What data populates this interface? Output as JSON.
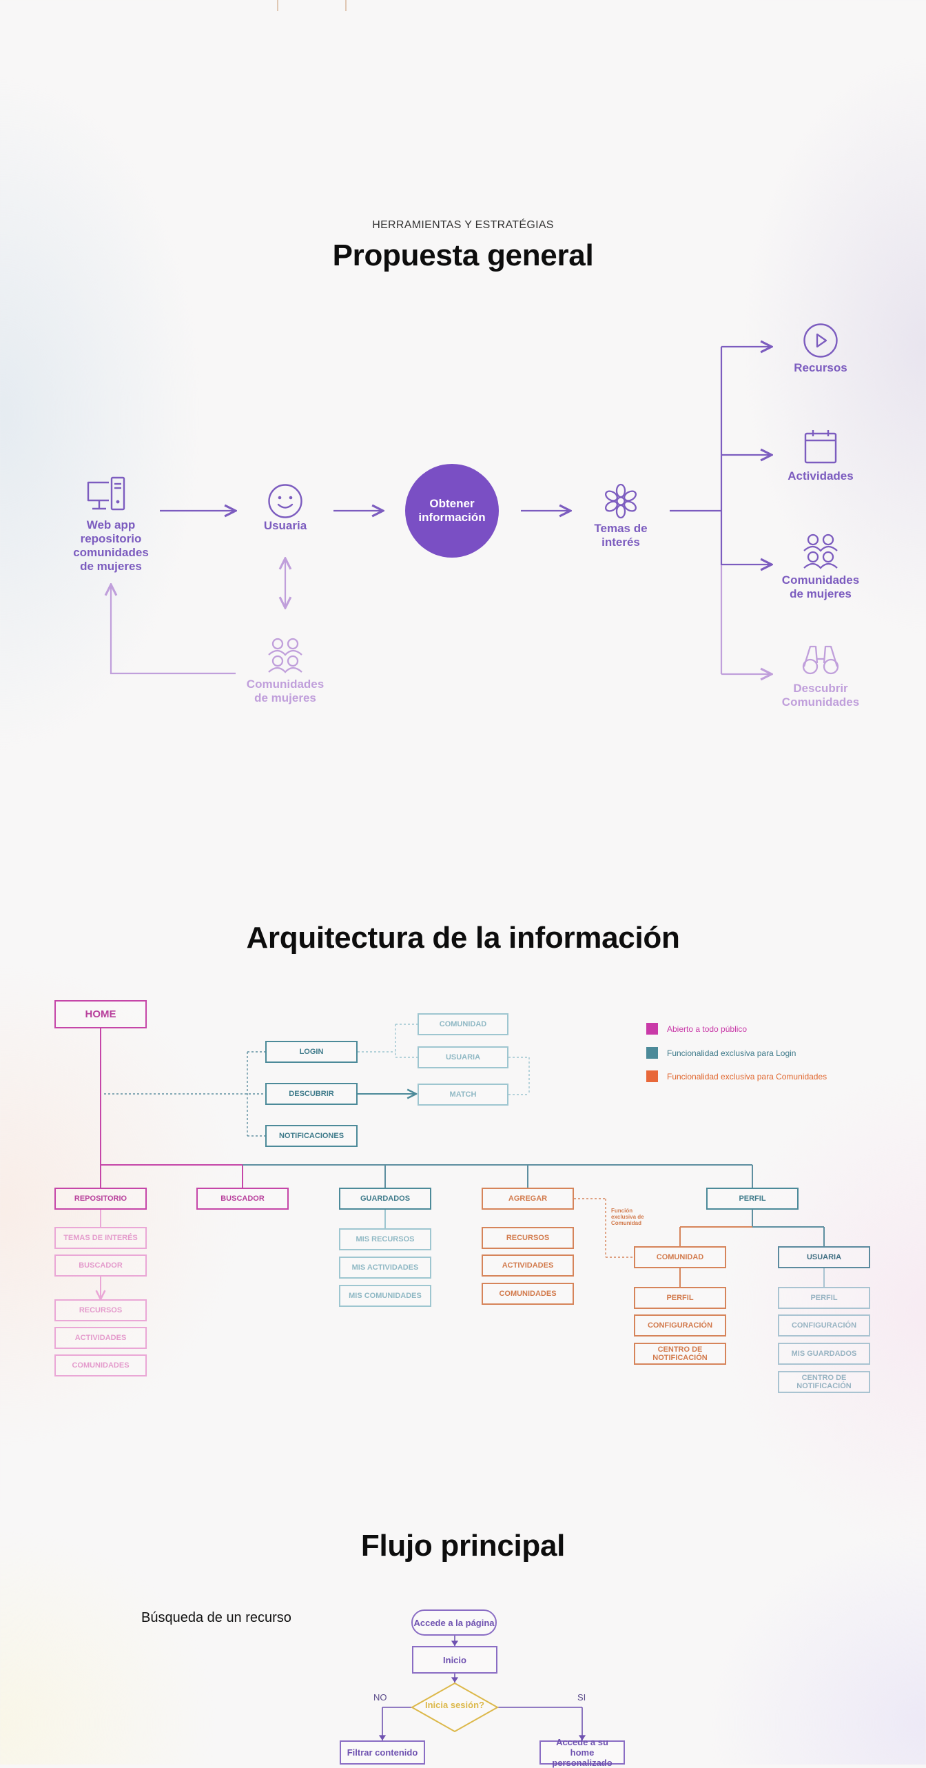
{
  "proposal": {
    "eyebrow": "HERRAMIENTAS Y ESTRATÉGIAS",
    "title": "Propuesta general",
    "nodes": {
      "web_app": "Web app repositorio comunidades de mujeres",
      "usuaria": "Usuaria",
      "comunidades_left": "Comunidades de mujeres",
      "obtener": "Obtener información",
      "temas": "Temas de interés",
      "recursos": "Recursos",
      "actividades": "Actividades",
      "comunidades_right": "Comunidades de mujeres",
      "descubrir": "Descubrir Comunidades"
    },
    "colors": {
      "primary": "#7a4fc4",
      "light": "#c09fdb"
    },
    "icons": [
      "computer-icon",
      "smile-icon",
      "community-icon",
      "flower-icon",
      "play-icon",
      "calendar-icon",
      "binoculars-icon"
    ]
  },
  "architecture": {
    "title": "Arquitectura de la información",
    "home": "HOME",
    "top": {
      "login": "LOGIN",
      "descubrir": "DESCUBRIR",
      "notificaciones": "NOTIFICACIONES",
      "comunidad": "COMUNIDAD",
      "usuaria": "USUARIA",
      "match": "MATCH"
    },
    "sections": {
      "repositorio": "REPOSITORIO",
      "buscador": "BUSCADOR",
      "guardados": "GUARDADOS",
      "agregar": "AGREGAR",
      "perfil": "PERFIL"
    },
    "repositorio_items": [
      "TEMAS DE INTERÉS",
      "BUSCADOR",
      "RECURSOS",
      "ACTIVIDADES",
      "COMUNIDADES"
    ],
    "guardados_items": [
      "MIS RECURSOS",
      "MIS ACTIVIDADES",
      "MIS COMUNIDADES"
    ],
    "agregar_items": [
      "RECURSOS",
      "ACTIVIDADES",
      "COMUNIDADES"
    ],
    "perfil_comunidad": "COMUNIDAD",
    "perfil_usuaria": "USUARIA",
    "comunidad_items": [
      "PERFIL",
      "CONFIGURACIÓN",
      "CENTRO DE NOTIFICACIÓN"
    ],
    "usuaria_items": [
      "PERFIL",
      "CONFIGURACIÓN",
      "MIS GUARDADOS",
      "CENTRO DE NOTIFICACIÓN"
    ],
    "note": "Función exclusiva de Comunidad",
    "legend": [
      {
        "label": "Abierto a todo público",
        "color": "#c93aa8"
      },
      {
        "label": "Funcionalidad exclusiva para Login",
        "color": "#4c8a99"
      },
      {
        "label": "Funcionalidad exclusiva para Comunidades",
        "color": "#e8683a"
      }
    ]
  },
  "flow": {
    "title": "Flujo principal",
    "subtitle": "Búsqueda de un recurso",
    "steps": {
      "accede": "Accede a la página",
      "inicio": "Inicio",
      "decision": "Inicia sesión?",
      "no": "NO",
      "si": "SI",
      "filtrar": "Filtrar contenido",
      "home": "Accede a su home personalizado"
    }
  }
}
